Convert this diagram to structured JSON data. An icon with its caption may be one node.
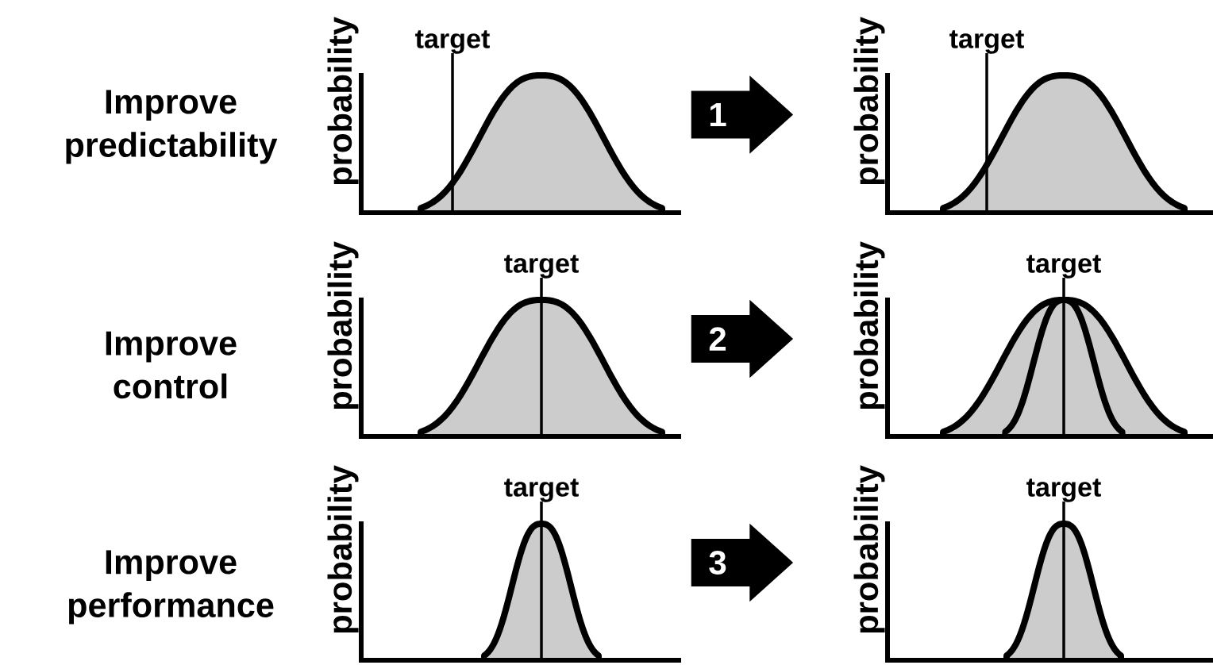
{
  "diagram": {
    "nodes": [
      {
        "text": [
          "probability",
          "target"
        ]
      },
      {
        "text": [
          "probability",
          "target"
        ]
      },
      {
        "text": [
          "probability",
          "target"
        ]
      },
      {
        "text": [
          "probability",
          "target"
        ]
      },
      {
        "text": [
          "probability",
          "target"
        ]
      },
      {
        "text": [
          "probability",
          "target"
        ]
      }
    ],
    "edges": [
      {
        "from": 0,
        "to": 1,
        "arrow": "to",
        "label": "1"
      },
      {
        "from": 2,
        "to": 3,
        "arrow": "to",
        "label": "2"
      },
      {
        "from": 4,
        "to": 5,
        "arrow": "to",
        "label": "3"
      }
    ],
    "labels": [
      "Improve predictability",
      "Improve control",
      "Improve performance"
    ]
  }
}
